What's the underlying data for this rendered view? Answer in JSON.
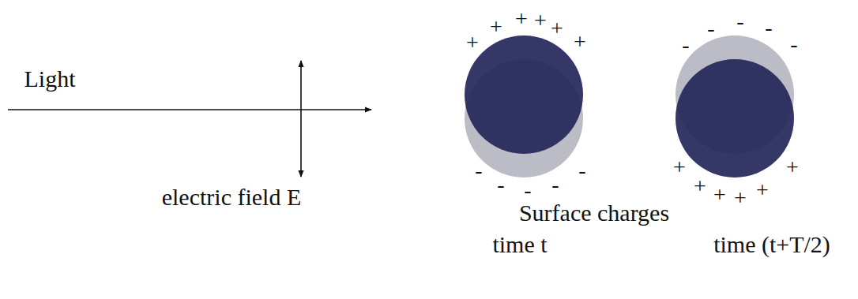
{
  "diagram": {
    "labels": [
      "Light",
      "+",
      "+",
      "+",
      "+",
      "+",
      "+",
      "-",
      "-",
      "-",
      "-",
      "-",
      "-",
      "-",
      "-",
      "-",
      "-",
      "+",
      "+",
      "+",
      "+",
      "+",
      "+",
      "electric field E",
      "Surface charges",
      "time t",
      "time (t+T/2)"
    ]
  }
}
